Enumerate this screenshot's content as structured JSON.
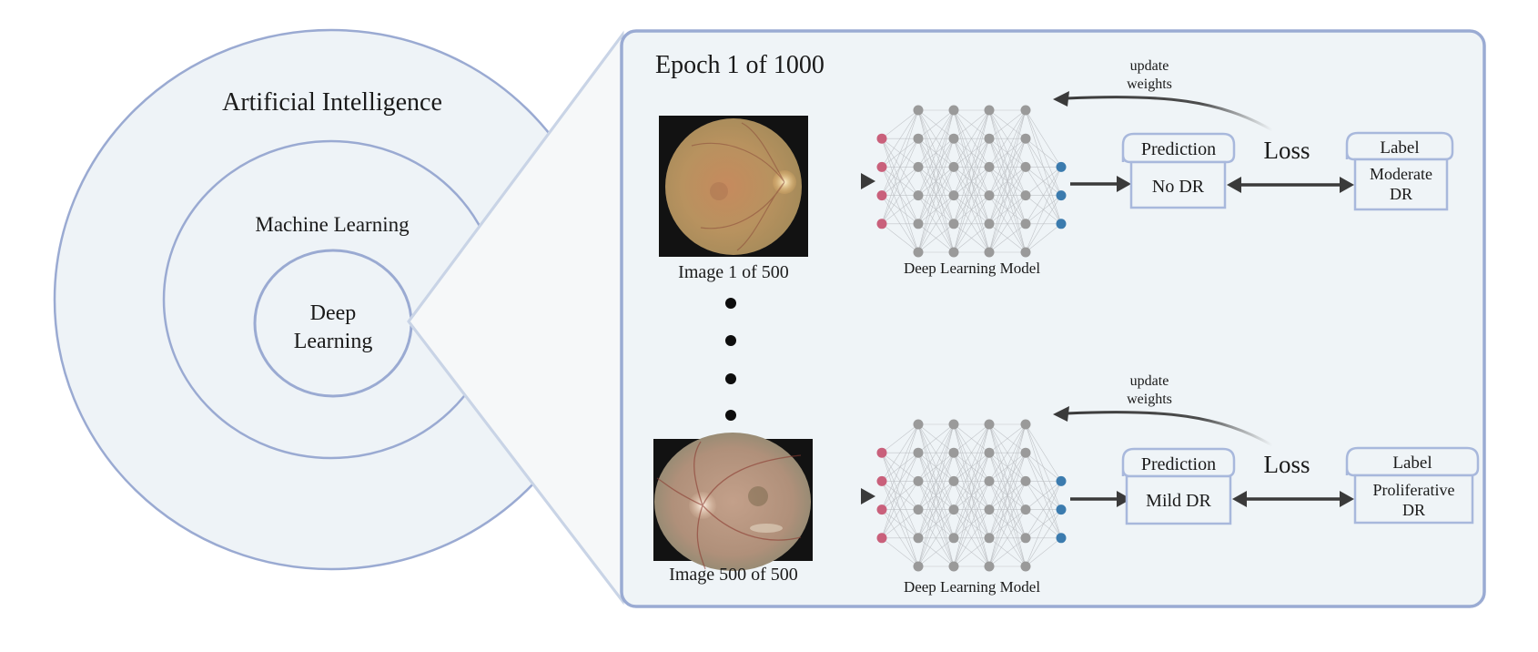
{
  "venn": {
    "outer_label": "Artificial Intelligence",
    "middle_label": "Machine Learning",
    "inner_label_line1": "Deep",
    "inner_label_line2": "Learning"
  },
  "panel": {
    "title": "Epoch 1 of 1000",
    "ellipsis_dots": 4,
    "rows": [
      {
        "image_caption": "Image 1 of 500",
        "image_kind": "retina-fundus-image",
        "model_label": "Deep Learning Model",
        "update_label_line1": "update",
        "update_label_line2": "weights",
        "prediction_header": "Prediction",
        "prediction_value_lines": [
          "No DR"
        ],
        "loss_label": "Loss",
        "label_header": "Label",
        "label_value_lines": [
          "Moderate",
          "DR"
        ]
      },
      {
        "image_caption": "Image 500 of 500",
        "image_kind": "retina-fundus-image",
        "model_label": "Deep Learning Model",
        "update_label_line1": "update",
        "update_label_line2": "weights",
        "prediction_header": "Prediction",
        "prediction_value_lines": [
          "Mild DR"
        ],
        "loss_label": "Loss",
        "label_header": "Label",
        "label_value_lines": [
          "Proliferative",
          "DR"
        ]
      }
    ]
  },
  "network": {
    "input_nodes": 4,
    "hidden_layers": 4,
    "hidden_nodes_per_layer": 6,
    "output_nodes": 3,
    "colors": {
      "input": "#c9607b",
      "hidden": "#9a9a9a",
      "output": "#3b7bae"
    }
  },
  "colors": {
    "ring_stroke": "#9aaad2",
    "panel_fill": "#eff4f7",
    "text": "#1a1a1a"
  }
}
